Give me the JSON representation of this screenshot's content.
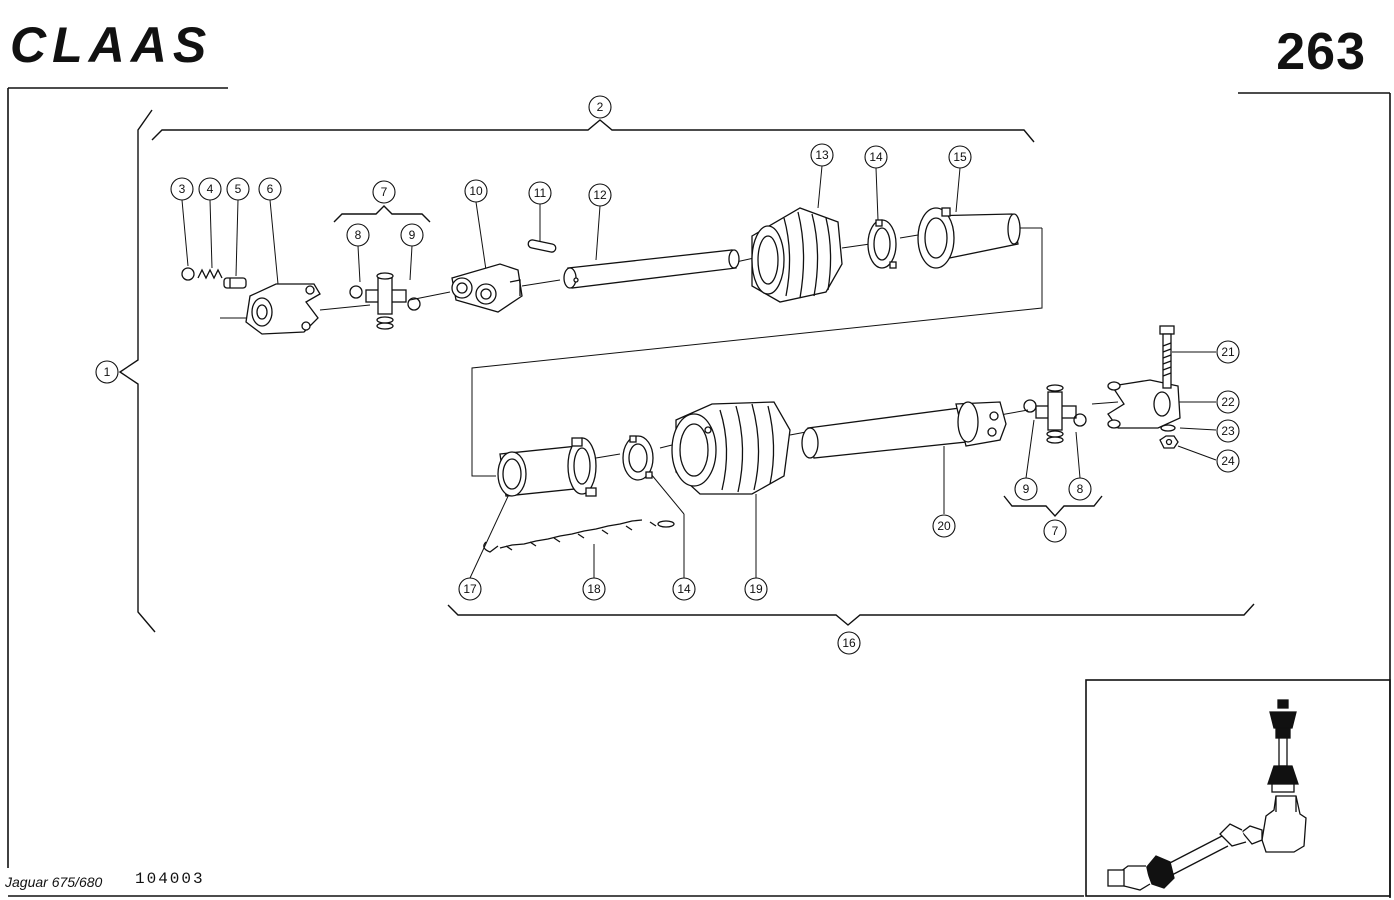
{
  "header": {
    "brand": "CLAAS",
    "page_number": "263"
  },
  "footer": {
    "model": "Jaguar 675/680",
    "drawing_code": "104003"
  },
  "callouts": {
    "c1": "1",
    "c2": "2",
    "c3": "3",
    "c4": "4",
    "c5": "5",
    "c6": "6",
    "c7a": "7",
    "c8a": "8",
    "c9a": "9",
    "c10": "10",
    "c11": "11",
    "c12": "12",
    "c13": "13",
    "c14a": "14",
    "c15": "15",
    "c16": "16",
    "c17": "17",
    "c18": "18",
    "c14b": "14",
    "c19": "19",
    "c20": "20",
    "c9b": "9",
    "c8b": "8",
    "c7b": "7",
    "c21": "21",
    "c22": "22",
    "c23": "23",
    "c24": "24"
  }
}
